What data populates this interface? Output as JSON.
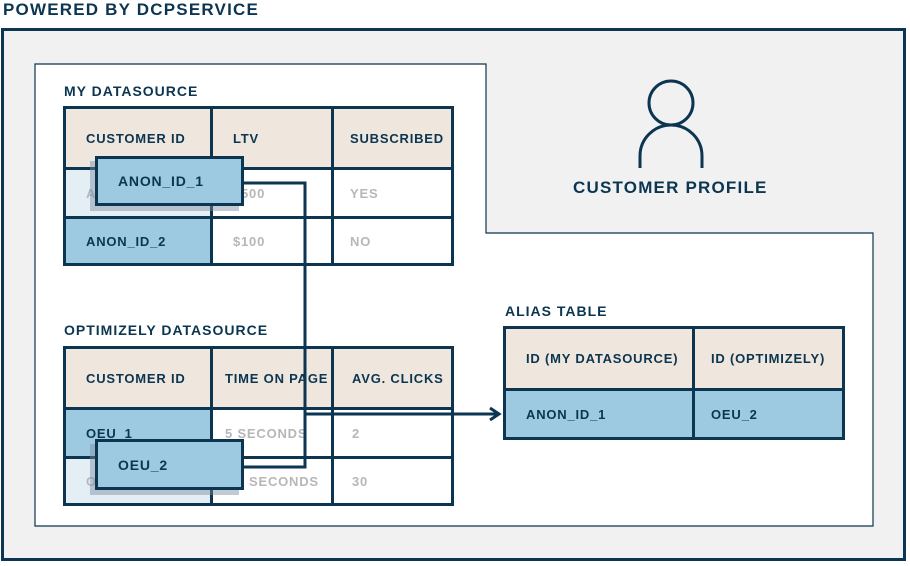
{
  "header": {
    "powered_by": "POWERED BY DCPSERVICE"
  },
  "profile": {
    "label": "CUSTOMER PROFILE",
    "icon": "person-icon"
  },
  "my_datasource": {
    "title": "MY DATASOURCE",
    "columns": [
      "CUSTOMER ID",
      "LTV",
      "SUBSCRIBED"
    ],
    "rows": [
      [
        "A",
        "$500",
        "YES"
      ],
      [
        "ANON_ID_2",
        "$100",
        "NO"
      ]
    ],
    "floating_tag": "ANON_ID_1"
  },
  "optimizely_datasource": {
    "title": "OPTIMIZELY DATASOURCE",
    "columns": [
      "CUSTOMER ID",
      "TIME ON PAGE",
      "AVG. CLICKS"
    ],
    "rows": [
      [
        "OEU_1",
        "5 SECONDS",
        "2"
      ],
      [
        "O",
        "SECONDS",
        "30"
      ]
    ],
    "floating_tag": "OEU_2"
  },
  "alias_table": {
    "title": "ALIAS TABLE",
    "columns": [
      "ID (MY DATASOURCE)",
      "ID (OPTIMIZELY)"
    ],
    "rows": [
      [
        "ANON_ID_1",
        "OEU_2"
      ]
    ]
  },
  "colors": {
    "navy": "#0b3550",
    "header_beige": "#efe7dd",
    "id_blue": "#9ecae1",
    "light_blue": "#e4eef5",
    "panel_gray": "#f1f1f2",
    "dim_text": "#b7b7b7"
  }
}
